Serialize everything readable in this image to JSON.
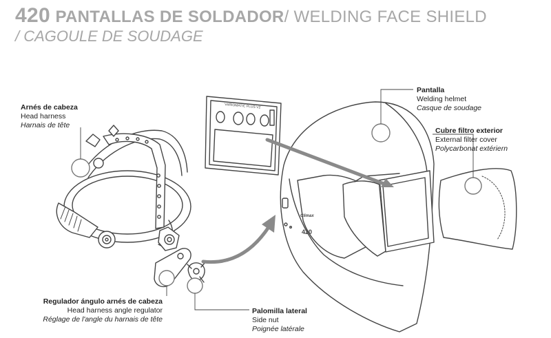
{
  "title": {
    "number": "420",
    "spanish": "PANTALLAS DE SOLDADOR",
    "english": "/ WELDING FACE SHIELD",
    "french": "/ CAGOULE DE SOUDAGE"
  },
  "filter_label": "VARIOMATIC PLUS V2",
  "helmet_brand": "Climax",
  "helmet_model": "420",
  "parts": {
    "head_harness": {
      "es": "Arnés de cabeza",
      "en": "Head harness",
      "fr": "Harnais de tête"
    },
    "shield": {
      "es": "Pantalla",
      "en": "Welding helmet",
      "fr": "Casque de soudage"
    },
    "filter_cover": {
      "es": "Cubre filtro exterior",
      "en": "External filter cover",
      "fr": "Polycarbonat extériern"
    },
    "angle_regulator": {
      "es": "Regulador ángulo arnés de cabeza",
      "en": "Head harness angle regulator",
      "fr": "Réglage de l'angle du harnais de tête"
    },
    "side_nut": {
      "es": "Palomilla lateral",
      "en": "Side nut",
      "fr": "Poignée latérale"
    }
  },
  "colors": {
    "title_gray": "#a7a7a7",
    "line": "#444444",
    "arrow_gray": "#8a8a8a"
  }
}
